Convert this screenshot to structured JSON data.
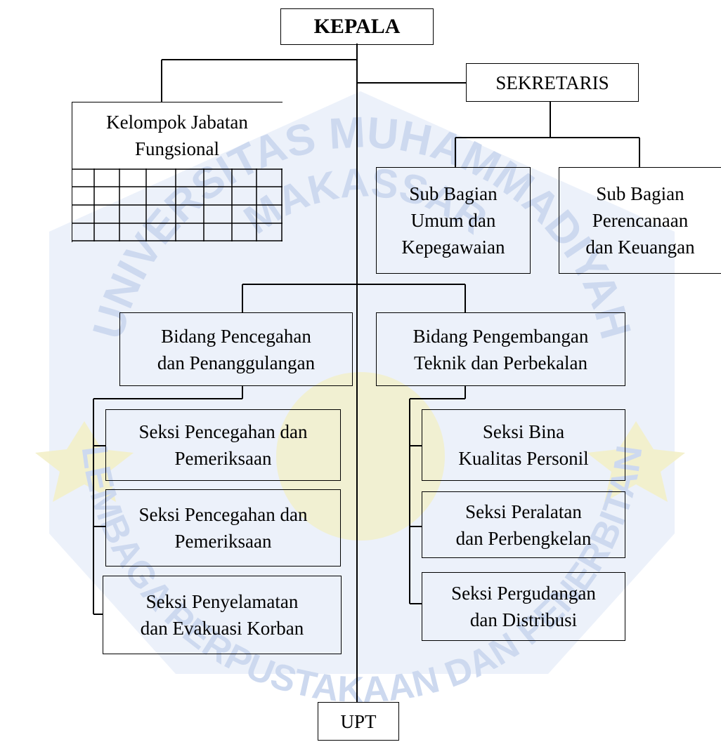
{
  "boxes": {
    "kepala": "KEPALA",
    "sekretaris": "SEKRETARIS",
    "fungsional": "Kelompok Jabatan\nFungsional",
    "sub_umum": "Sub Bagian\nUmum dan\nKepegawaian",
    "sub_perencanaan": "Sub Bagian\nPerencanaan\ndan Keuangan",
    "bidang_pencegahan": "Bidang Pencegahan\ndan Penanggulangan",
    "bidang_pengembangan": "Bidang Pengembangan\nTeknik dan Perbekalan",
    "seksi_pencegahan_1": "Seksi Pencegahan dan\nPemeriksaan",
    "seksi_pencegahan_2": "Seksi Pencegahan dan\nPemeriksaan",
    "seksi_penyelamatan": "Seksi Penyelamatan\ndan Evakuasi Korban",
    "seksi_bina": "Seksi Bina\nKualitas Personil",
    "seksi_peralatan": "Seksi Peralatan\ndan Perbengkelan",
    "seksi_pergudangan": "Seksi Pergudangan\ndan Distribusi",
    "upt": "UPT"
  },
  "watermark": {
    "top_text": "UNIVERSITAS MUHAMMADIYAH",
    "city": "MAKASSAR",
    "bottom_text": "LEMBAGA PERPUSTAKAAN DAN PENERBITAN",
    "color": "#dde6f5",
    "accent_color": "#f3f0c8"
  },
  "colors": {
    "line": "#000000",
    "box_border": "#000000"
  }
}
